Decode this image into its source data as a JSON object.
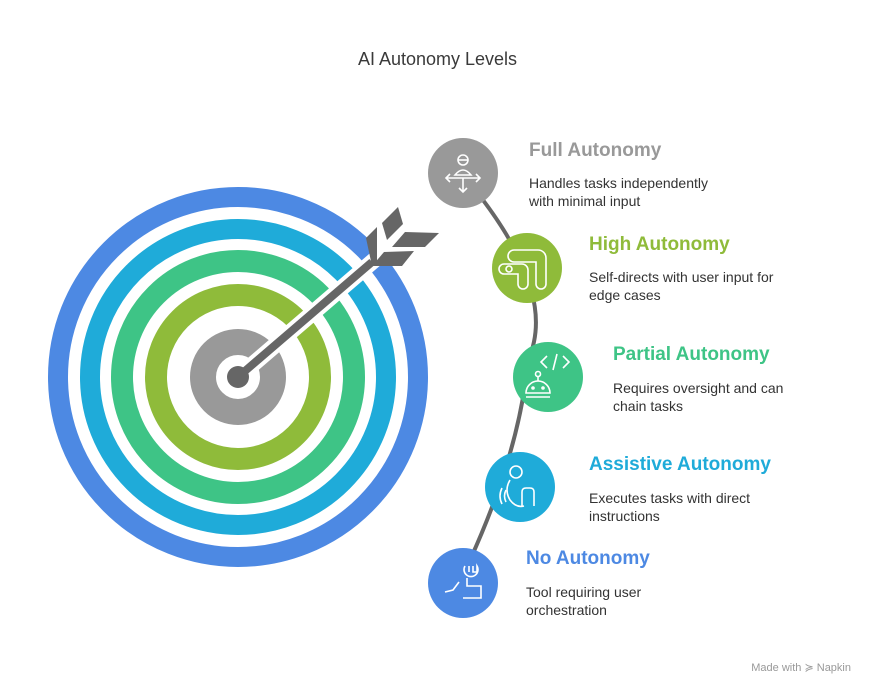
{
  "title": "AI Autonomy Levels",
  "levels": [
    {
      "name": "Full Autonomy",
      "desc_line1": "Handles tasks independently",
      "desc_line2": "with minimal input",
      "color": "#999999",
      "icon": "person-directions-icon"
    },
    {
      "name": "High Autonomy",
      "desc_line1": "Self-directs with user input for",
      "desc_line2": "edge cases",
      "color": "#8fbb3a",
      "icon": "route-icon"
    },
    {
      "name": "Partial Autonomy",
      "desc_line1": "Requires oversight and can",
      "desc_line2": "chain tasks",
      "color": "#3ec486",
      "icon": "robot-code-icon"
    },
    {
      "name": "Assistive Autonomy",
      "desc_line1": "Executes tasks with direct",
      "desc_line2": "instructions",
      "color": "#1fabd9",
      "icon": "hand-gesture-icon"
    },
    {
      "name": "No Autonomy",
      "desc_line1": "Tool requiring user",
      "desc_line2": "orchestration",
      "color": "#4d89e3",
      "icon": "wrench-hand-icon"
    }
  ],
  "footer": {
    "made_with": "Made with",
    "brand": "Napkin"
  }
}
